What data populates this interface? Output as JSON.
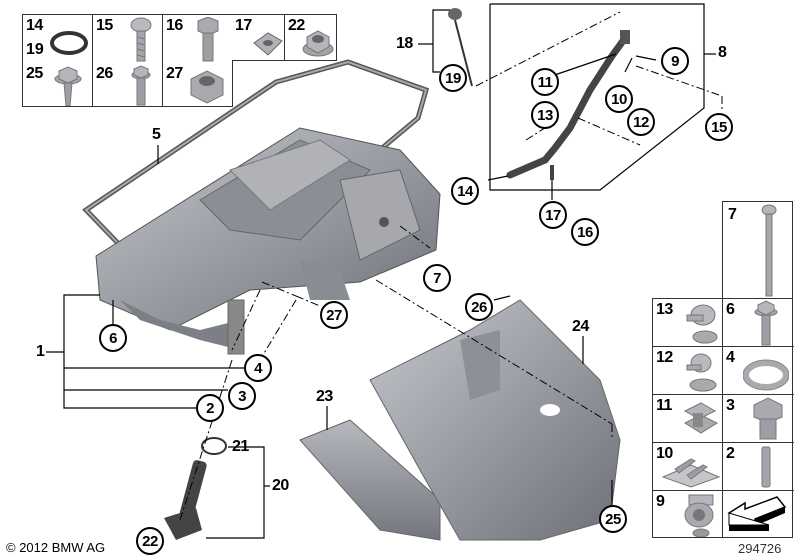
{
  "diagram": {
    "type": "exploded-parts-diagram",
    "subject": "Oil pan assembly",
    "copyright": "© 2012 BMW AG",
    "diagram_number": "294726"
  },
  "top_left_grid": {
    "cells": [
      {
        "labels": [
          "14",
          "19"
        ],
        "part": "o-ring"
      },
      {
        "labels": [
          "15"
        ],
        "part": "torx-screw"
      },
      {
        "labels": [
          "16"
        ],
        "part": "hex-bolt"
      },
      {
        "labels": [
          "17"
        ],
        "part": "clip-nut"
      },
      {
        "labels": [
          "22"
        ],
        "part": "flange-nut"
      },
      {
        "labels": [
          "25"
        ],
        "part": "hex-flange-screw"
      },
      {
        "labels": [
          "26"
        ],
        "part": "self-tapping-screw"
      },
      {
        "labels": [
          "27"
        ],
        "part": "hex-collar-nut"
      }
    ]
  },
  "right_grid": {
    "cells": [
      {
        "label": "7",
        "part": "long-bolt"
      },
      {
        "label": "13",
        "part": "pipe-clip"
      },
      {
        "label": "6",
        "part": "flange-bolt"
      },
      {
        "label": "12",
        "part": "pipe-clip-small"
      },
      {
        "label": "4",
        "part": "sealing-ring"
      },
      {
        "label": "11",
        "part": "spring-clip"
      },
      {
        "label": "3",
        "part": "drain-plug"
      },
      {
        "label": "10",
        "part": "holder-bracket"
      },
      {
        "label": "2",
        "part": "stud-bolt"
      },
      {
        "label": "9",
        "part": "cable-holder"
      },
      {
        "label": "",
        "part": "orientation-arrow"
      }
    ]
  },
  "callouts": {
    "c1": "1",
    "c2": "2",
    "c3": "3",
    "c4": "4",
    "c5": "5",
    "c6": "6",
    "c7": "7",
    "c8": "8",
    "c9": "9",
    "c10": "10",
    "c11": "11",
    "c12": "12",
    "c13": "13",
    "c14": "14",
    "c15": "15",
    "c16": "16",
    "c17": "17",
    "c18": "18",
    "c19": "19",
    "c20": "20",
    "c21": "21",
    "c22": "22",
    "c23": "23",
    "c24": "24",
    "c25": "25",
    "c26": "26",
    "c27": "27"
  },
  "colors": {
    "metal": "#9a9ca3",
    "metal_dark": "#6e7078",
    "metal_light": "#c4c6cc",
    "line": "#000000",
    "grid_border": "#333333"
  }
}
